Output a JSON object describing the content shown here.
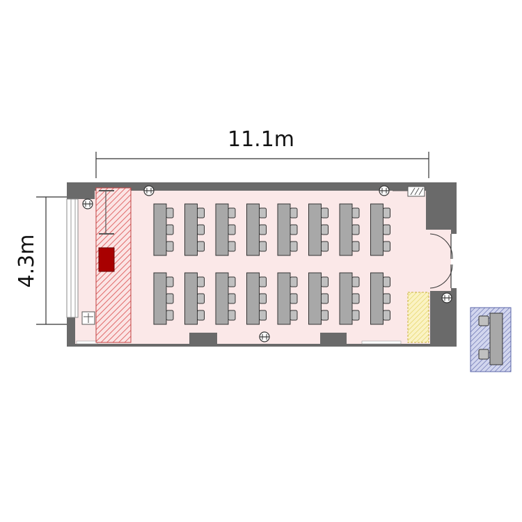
{
  "dimensions": {
    "width_label": "11.1m",
    "depth_label": "4.3m"
  },
  "layout": {
    "table_columns": 8,
    "table_rows": 2,
    "chairs_per_table": 3
  },
  "colors": {
    "floor": "#fbe8e8",
    "wall": "#6a6a6a",
    "table": "#a8a8a8",
    "chair": "#c0c0c0",
    "outline": "#333333",
    "stage_hatch": "#e06a6a",
    "podium": "#a80000",
    "cabinet": "#f5eaa0",
    "legend_bg": "#c8cce8",
    "legend_hatch": "#5a64a8"
  }
}
